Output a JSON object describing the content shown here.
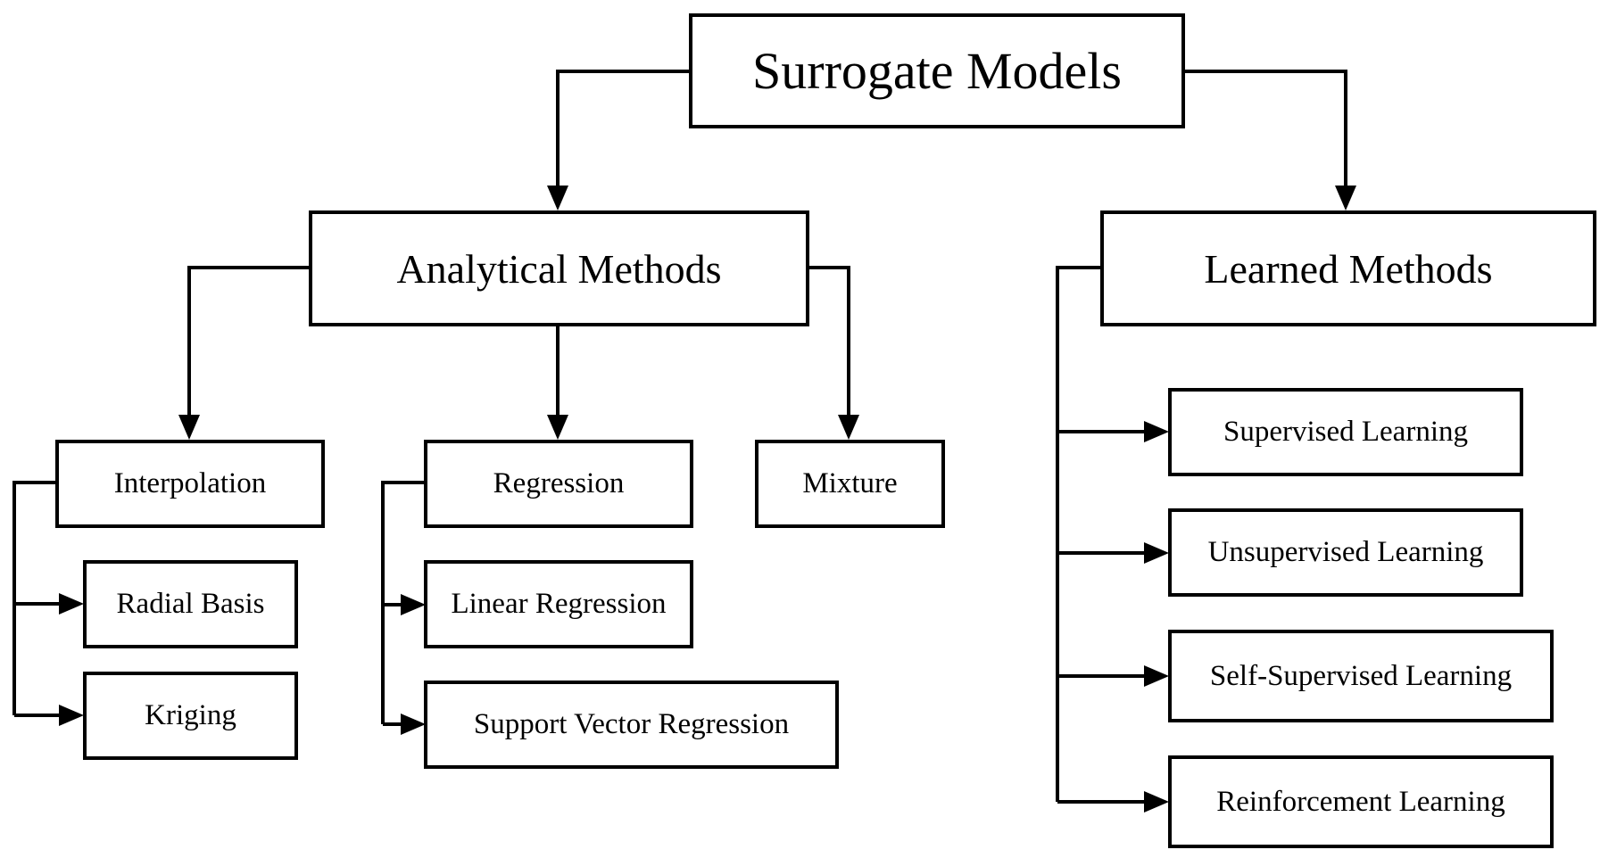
{
  "root": {
    "label": "Surrogate Models"
  },
  "analytical": {
    "label": "Analytical Methods",
    "interpolation": {
      "label": "Interpolation",
      "children": [
        "Radial Basis",
        "Kriging"
      ]
    },
    "regression": {
      "label": "Regression",
      "children": [
        "Linear Regression",
        "Support Vector Regression"
      ]
    },
    "mixture": {
      "label": "Mixture"
    }
  },
  "learned": {
    "label": "Learned Methods",
    "children": [
      "Supervised Learning",
      "Unsupervised Learning",
      "Self-Supervised Learning",
      "Reinforcement Learning"
    ]
  }
}
